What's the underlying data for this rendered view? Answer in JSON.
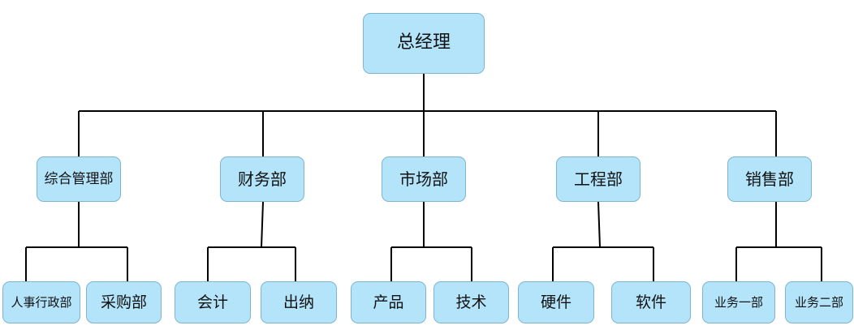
{
  "org": {
    "root": "总经理",
    "depts": [
      {
        "name": "综合管理部",
        "teams": [
          "人事行政部",
          "采购部"
        ]
      },
      {
        "name": "财务部",
        "teams": [
          "会计",
          "出纳"
        ]
      },
      {
        "name": "市场部",
        "teams": [
          "产品",
          "技术"
        ]
      },
      {
        "name": "工程部",
        "teams": [
          "硬件",
          "软件"
        ]
      },
      {
        "name": "销售部",
        "teams": [
          "业务一部",
          "业务二部"
        ]
      }
    ]
  },
  "colors": {
    "node_fill": "#b3e4fa",
    "node_border": "#7fb4d1",
    "line": "#000000"
  }
}
